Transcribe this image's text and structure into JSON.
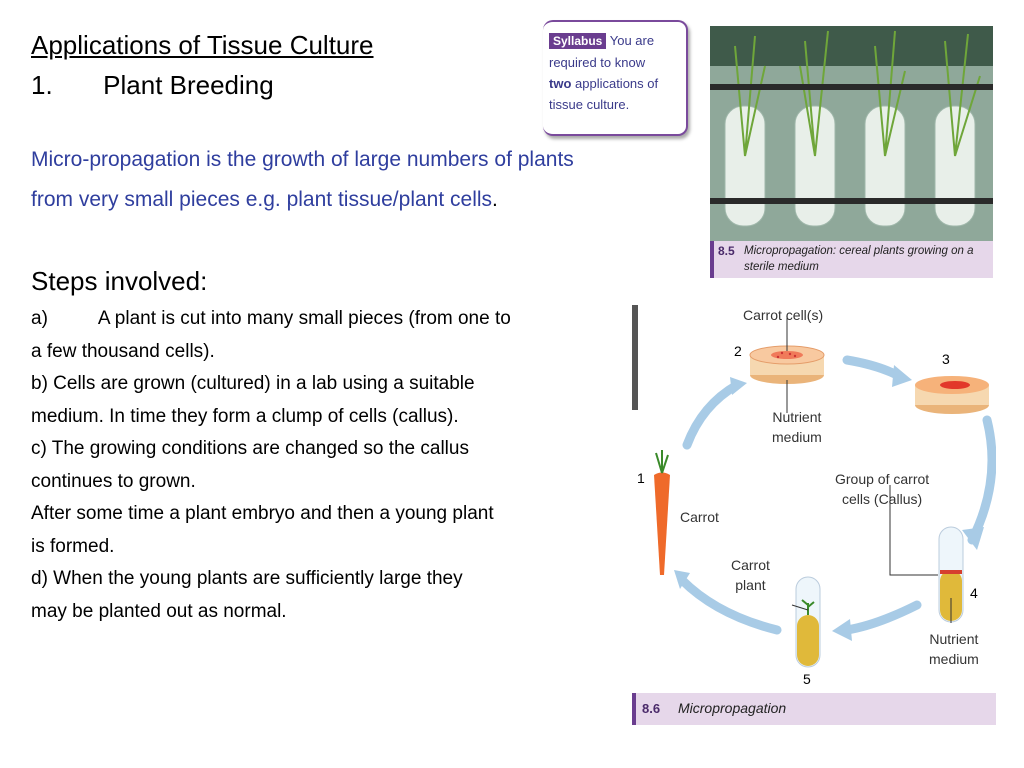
{
  "heading": "Applications of Tissue Culture",
  "subheading": {
    "num": "1.",
    "text": "Plant Breeding"
  },
  "definition": [
    "Micro-propagation is the growth of large numbers of plants",
    "from very small pieces e.g. plant tissue/plant cells",
    "."
  ],
  "steps_title": "Steps involved:",
  "steps": [
    {
      "marker": "a)",
      "text": "A plant is cut into many small pieces (from one to"
    },
    "a few thousand cells).",
    "b) Cells are grown (cultured) in a lab using a suitable",
    "medium. In time they form a clump of cells (callus).",
    "c) The growing conditions are changed so the callus",
    "continues to grown.",
    "After some time a plant embryo and then a young plant",
    "is formed.",
    "d) When the young plants are sufficiently large they",
    "may be planted out as normal."
  ],
  "syllabus": {
    "badge": "Syllabus",
    "lines": [
      "You are",
      "required to know",
      "two applications of",
      "tissue culture."
    ],
    "bold_word": "two"
  },
  "photo": {
    "caption_num": "8.5",
    "caption_lines": [
      "Micropropagation: cereal plants growing on a",
      "sterile medium"
    ]
  },
  "diagram": {
    "labels": {
      "carrot_cells": "Carrot cell(s)",
      "nutrient_medium_top": [
        "Nutrient",
        "medium"
      ],
      "group_callus": [
        "Group of carrot",
        "cells (Callus)"
      ],
      "carrot": "Carrot",
      "carrot_plant": [
        "Carrot",
        "plant"
      ],
      "nutrient_medium_bottom": [
        "Nutrient",
        "medium"
      ]
    },
    "numbers": [
      "1",
      "2",
      "3",
      "4",
      "5"
    ],
    "caption_num": "8.6",
    "caption_text": "Micropropagation"
  }
}
